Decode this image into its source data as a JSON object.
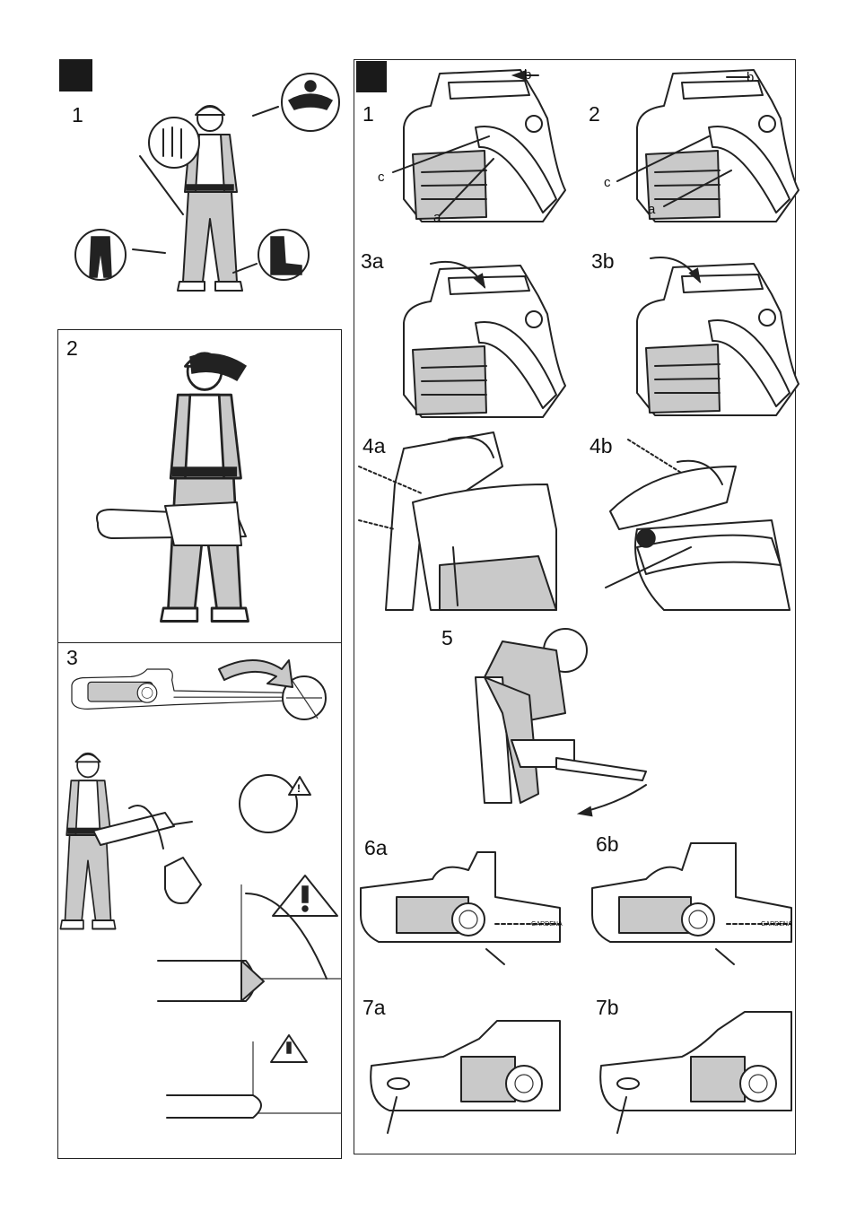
{
  "left_panel": {
    "sections": [
      {
        "id": "safety-gear",
        "number": "1"
      },
      {
        "id": "carry",
        "number": "2"
      },
      {
        "id": "kickback",
        "number": "3"
      }
    ]
  },
  "right_panel": {
    "figures": [
      {
        "id": "fig-1",
        "number": "1",
        "callouts": [
          "b",
          "c",
          "a"
        ]
      },
      {
        "id": "fig-2",
        "number": "2",
        "callouts": [
          "b",
          "c",
          "a"
        ]
      },
      {
        "id": "fig-3a",
        "number": "3a"
      },
      {
        "id": "fig-3b",
        "number": "3b"
      },
      {
        "id": "fig-4a",
        "number": "4a"
      },
      {
        "id": "fig-4b",
        "number": "4b"
      },
      {
        "id": "fig-5",
        "number": "5"
      },
      {
        "id": "fig-6a",
        "number": "6a",
        "logo_text": "GARDENA"
      },
      {
        "id": "fig-6b",
        "number": "6b",
        "logo_text": "GARDENA"
      },
      {
        "id": "fig-7a",
        "number": "7a"
      },
      {
        "id": "fig-7b",
        "number": "7b"
      }
    ]
  },
  "colors": {
    "ink": "#222222",
    "grey_fill": "#c9c9c9",
    "paper": "#ffffff"
  }
}
